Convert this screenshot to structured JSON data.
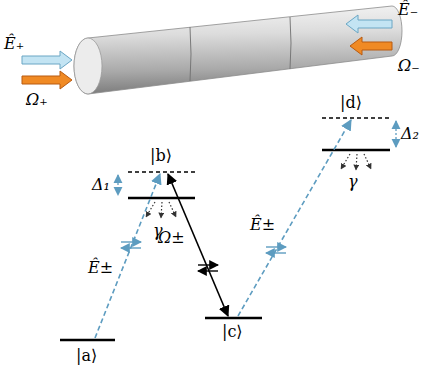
{
  "diagram": {
    "labels": [
      "Ê₊",
      "Ω₊",
      "Ê₋",
      "Ω₋",
      "|b⟩",
      "|d⟩",
      "Δ₁",
      "Δ₂",
      "γ",
      "γ",
      "Ê±",
      "Ω±",
      "Ê±",
      "|a⟩",
      "|c⟩"
    ]
  }
}
